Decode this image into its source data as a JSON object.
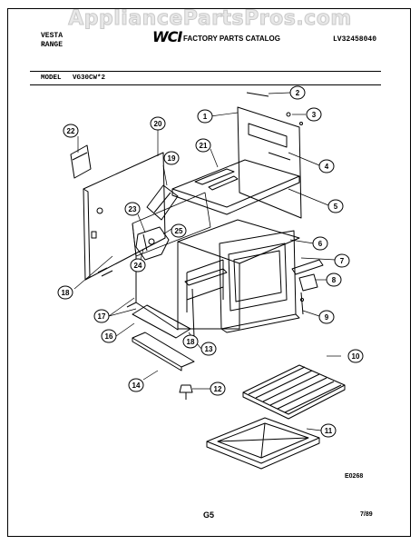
{
  "watermark": "AppliancePartsPros.com",
  "header": {
    "brand_line1": "VESTA",
    "brand_line2": "RANGE",
    "logo": "WCI",
    "catalog_title": "FACTORY PARTS CATALOG",
    "catalog_number": "LV32458040"
  },
  "model_label": "MODEL",
  "model_number": "VG30CW*2",
  "callouts": [
    "1",
    "2",
    "3",
    "4",
    "5",
    "6",
    "7",
    "8",
    "9",
    "10",
    "11",
    "12",
    "13",
    "14",
    "16",
    "17",
    "18",
    "18",
    "19",
    "20",
    "21",
    "22",
    "23",
    "24",
    "25"
  ],
  "footer": {
    "drawing_code": "E0268",
    "page": "G5",
    "date": "7/89"
  }
}
